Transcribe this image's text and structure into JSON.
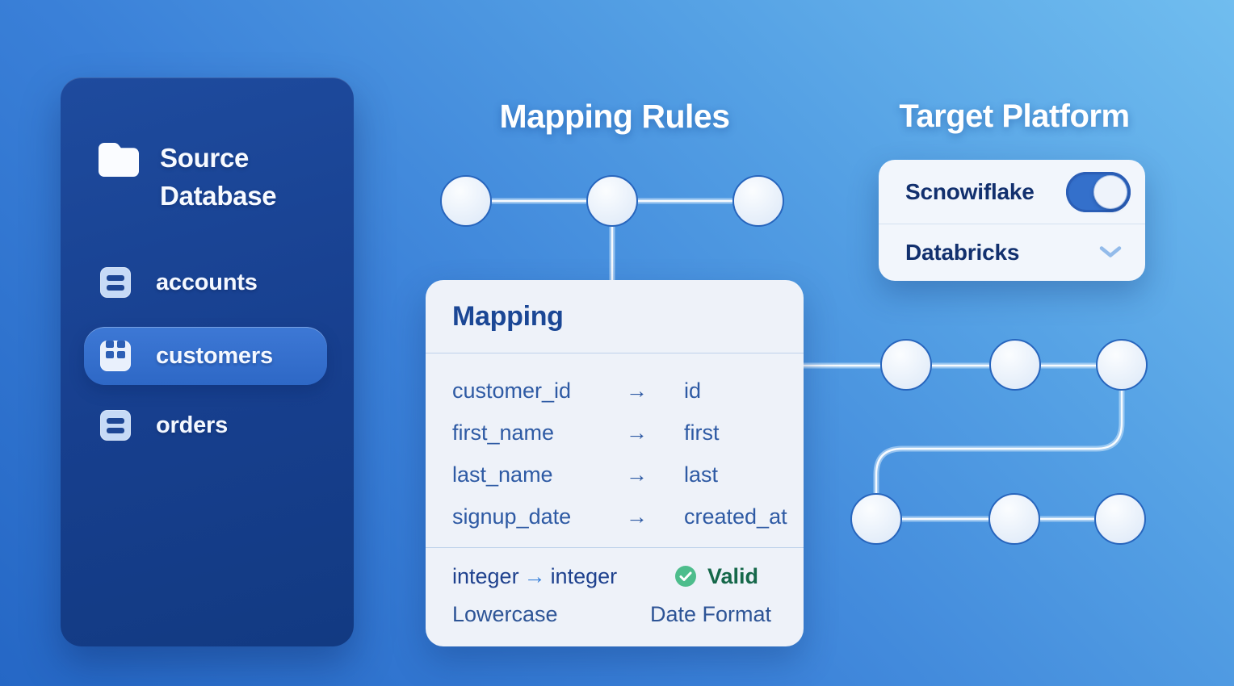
{
  "sidebar": {
    "title": "Source Database",
    "icon": "folder-icon",
    "items": [
      {
        "label": "accounts",
        "icon": "table-rows-icon",
        "selected": false
      },
      {
        "label": "customers",
        "icon": "table-grid-icon",
        "selected": true
      },
      {
        "label": "orders",
        "icon": "table-rows-icon",
        "selected": false
      }
    ]
  },
  "headings": {
    "mapping_rules": "Mapping Rules",
    "target_platform": "Target Platform"
  },
  "mapping_card": {
    "title": "Mapping",
    "rows": [
      {
        "source": "customer_id",
        "arrow": "→",
        "target": "id"
      },
      {
        "source": "first_name",
        "arrow": "→",
        "target": "first"
      },
      {
        "source": "last_name",
        "arrow": "→",
        "target": "last"
      },
      {
        "source": "signup_date",
        "arrow": "→",
        "target": "created_at"
      }
    ],
    "footer": {
      "type_from": "integer",
      "type_arrow": "→",
      "type_to": "integer",
      "status_label": "Valid",
      "status_icon": "check-circle-icon",
      "transform_left": "Lowercase",
      "transform_right": "Date Format"
    }
  },
  "target_card": {
    "options": [
      {
        "label": "Scnowiflake",
        "control": "toggle-switch",
        "state": "on"
      },
      {
        "label": "Databricks",
        "control": "chevron-down-icon"
      }
    ]
  },
  "pipeline": {
    "top_row_nodes": 3,
    "right_top_row_nodes": 3,
    "right_bottom_row_nodes": 3
  },
  "colors": {
    "background_top_right": "#70bdef",
    "background_bottom_left": "#2567c5",
    "sidebar_bg": "#17418f",
    "selected_item_bg": "#3470cb",
    "card_bg": "#eef2f9",
    "card_title_text": "#1b4795",
    "row_text": "#2e5aa4",
    "accent_arrow_blue": "#3b82da",
    "toggle_on_blue": "#3470cb",
    "valid_green": "#4dbd8c",
    "valid_text_green": "#15684a",
    "heading_text": "#ffffff"
  }
}
